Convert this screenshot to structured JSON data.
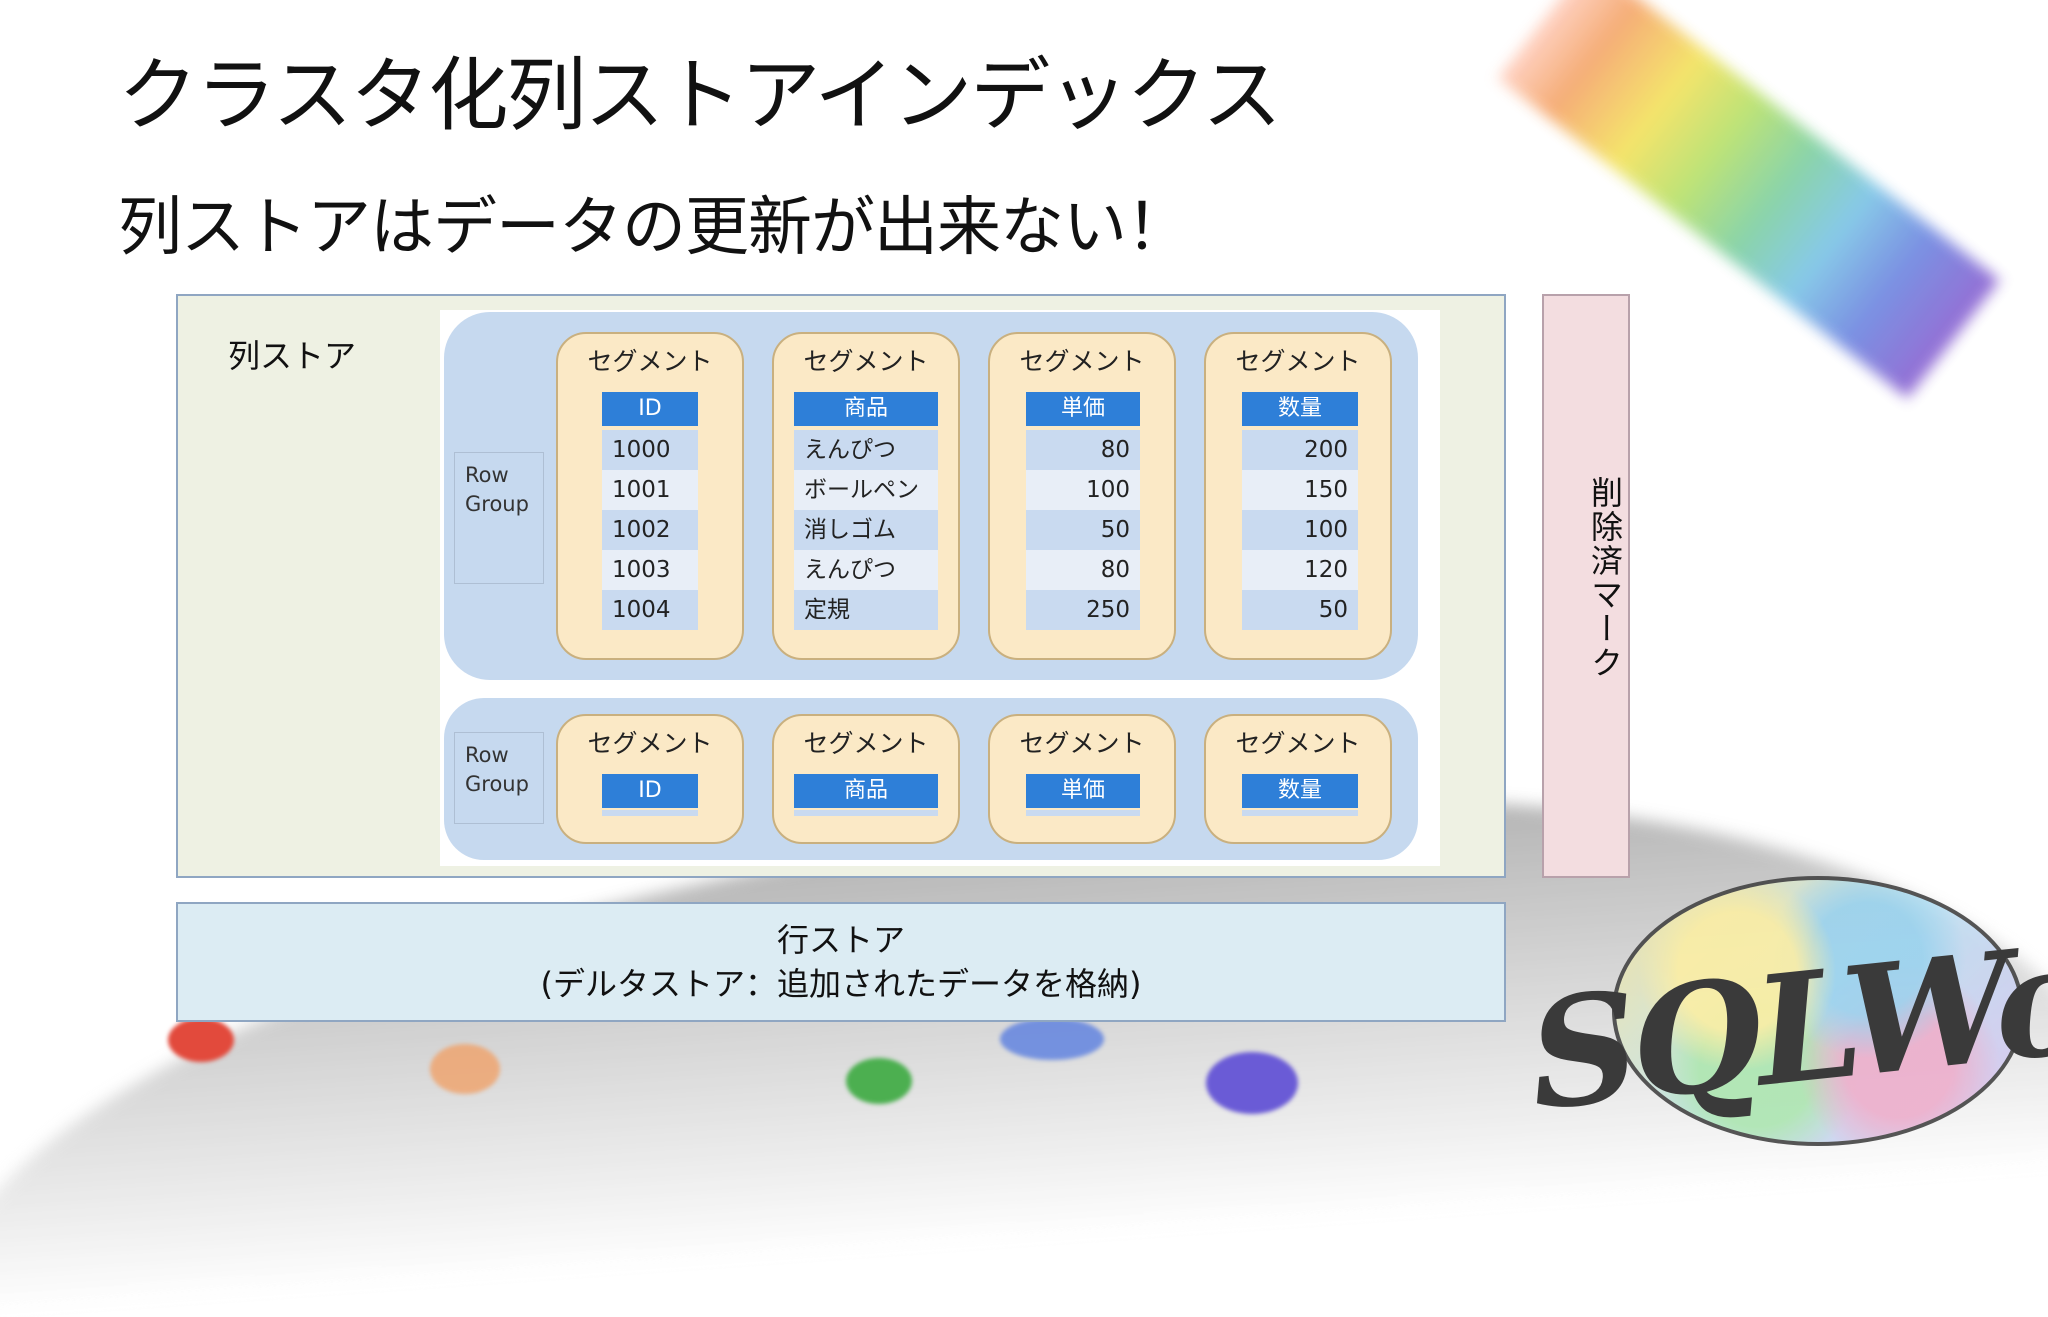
{
  "title": "クラスタ化列ストアインデックス",
  "subtitle": "列ストアはデータの更新が出来ない！",
  "column_store": {
    "label": "列ストア",
    "row_group_label_line1": "Row",
    "row_group_label_line2": "Group",
    "segment_title": "セグメント",
    "row_group_1": {
      "columns": [
        {
          "header": "ID",
          "cells": [
            "1000",
            "1001",
            "1002",
            "1003",
            "1004"
          ]
        },
        {
          "header": "商品",
          "cells": [
            "えんぴつ",
            "ボールペン",
            "消しゴム",
            "えんぴつ",
            "定規"
          ]
        },
        {
          "header": "単価",
          "cells": [
            "80",
            "100",
            "50",
            "80",
            "250"
          ]
        },
        {
          "header": "数量",
          "cells": [
            "200",
            "150",
            "100",
            "120",
            "50"
          ]
        }
      ]
    },
    "row_group_2": {
      "columns": [
        {
          "header": "ID"
        },
        {
          "header": "商品"
        },
        {
          "header": "単価"
        },
        {
          "header": "数量"
        }
      ]
    }
  },
  "delete_mark": "削除済マーク",
  "row_store": {
    "line1": "行ストア",
    "line2": "(デルタストア：追加されたデータを格納)"
  },
  "logo": "SQLWorld",
  "colors": {
    "header_blue": "#2e7fd8",
    "row_group_blue": "#c6d9ef",
    "segment_cream": "#fbe9c6",
    "column_store_bg": "#eef1e3",
    "row_store_bg": "#dcecf3",
    "delete_mark_bg": "#f3dde0"
  }
}
